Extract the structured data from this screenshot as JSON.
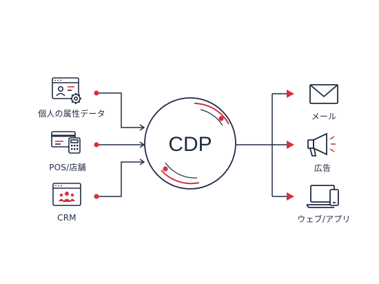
{
  "center": {
    "label": "CDP"
  },
  "sources": [
    {
      "label": "個人の属性データ",
      "icon": "profile-gear-icon"
    },
    {
      "label": "POS/店舗",
      "icon": "card-calculator-icon"
    },
    {
      "label": "CRM",
      "icon": "crm-window-icon"
    }
  ],
  "channels": [
    {
      "label": "メール",
      "icon": "envelope-icon"
    },
    {
      "label": "広告",
      "icon": "megaphone-icon"
    },
    {
      "label": "ウェブ/アプリ",
      "icon": "laptop-phone-icon"
    }
  ],
  "colors": {
    "navy": "#1f2a44",
    "red": "#d6303e"
  }
}
